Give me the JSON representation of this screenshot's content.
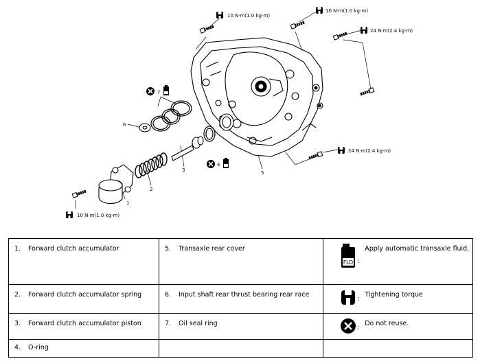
{
  "diagram": {
    "torque_labels": [
      "10 N·m(1.0 kg-m)",
      "10 N·m(1.0 kg-m)",
      "24 N·m(2.4 kg-m)",
      "24 N·m(2.4 kg-m)",
      "10 N·m(1.0 kg-m)"
    ],
    "part_numbers": [
      "1",
      "2",
      "3",
      "4",
      "5",
      "6",
      "7"
    ],
    "fluid_icon_text": "FLD"
  },
  "legend": {
    "rows": [
      [
        {
          "num": "1.",
          "text": "Forward clutch accumulator"
        },
        {
          "num": "5.",
          "text": "Transaxle rear cover"
        },
        {
          "icon": "fluid-can-icon",
          "text": "Apply automatic transaxle fluid.",
          "colon": ":"
        }
      ],
      [
        {
          "num": "2.",
          "text": "Forward clutch accumulator spring"
        },
        {
          "num": "6.",
          "text": "Input shaft rear thrust bearing rear race"
        },
        {
          "icon": "torque-wrench-icon",
          "text": "Tightening torque",
          "colon": ":"
        }
      ],
      [
        {
          "num": "3.",
          "text": "Forward clutch accumulator piston"
        },
        {
          "num": "7.",
          "text": "Oil seal ring"
        },
        {
          "icon": "do-not-reuse-icon",
          "text": "Do not reuse.",
          "colon": ":"
        }
      ],
      [
        {
          "num": "4.",
          "text": "O-ring"
        },
        {
          "num": "",
          "text": ""
        },
        {
          "text": ""
        }
      ]
    ]
  }
}
